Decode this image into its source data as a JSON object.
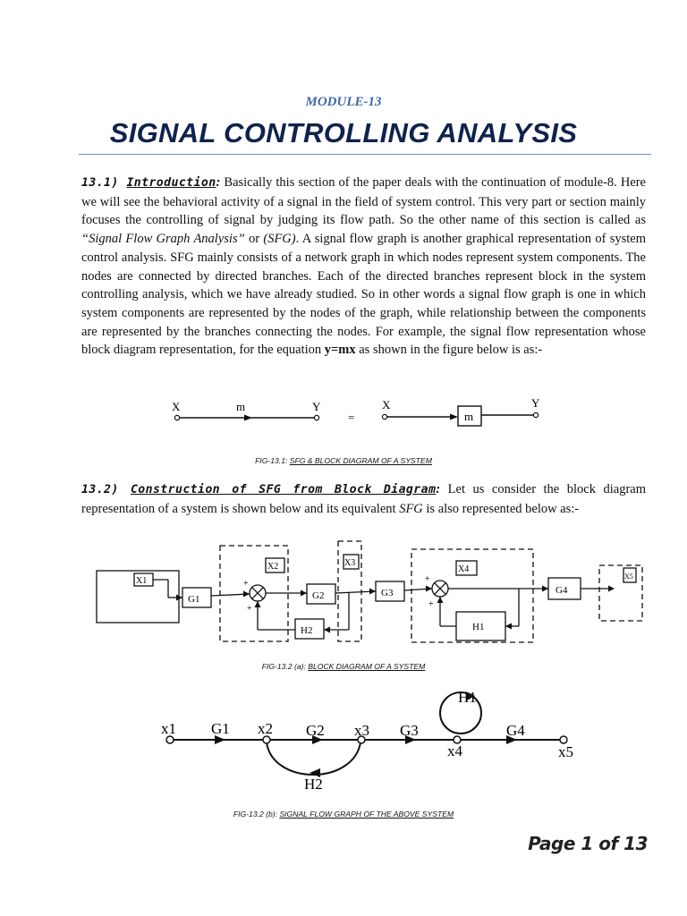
{
  "header": {
    "module": "MODULE-13",
    "title": "SIGNAL CONTROLLING ANALYSIS"
  },
  "section1": {
    "number": "13.1) ",
    "title": "Introduction",
    "colon": ":",
    "text_a": " Basically this section of the paper deals with the continuation of module-8. Here we will see the behavioral activity of a signal in the field of system control. This very part or section mainly focuses the controlling of signal by judging its flow path. So the other name of this section is called as ",
    "quote": "“Signal Flow Graph Analysis”",
    "text_b": " or ",
    "abbr": "(SFG)",
    "text_c": ". A signal flow graph is another graphical representation of system control analysis. SFG mainly consists of a network graph in which nodes represent system components. The nodes are connected by directed branches. Each of the directed branches represent block in the system controlling analysis, which we have already studied. So in other words a signal flow graph is one in which system components are represented by the nodes of the graph, while relationship between the components are represented by the branches connecting the nodes. For example, the signal flow representation whose block diagram representation, for the equation ",
    "equation": "y=mx",
    "text_d": " as shown in the figure below is as:-"
  },
  "fig1": {
    "sfg_x": "X",
    "sfg_gain": "m",
    "sfg_y": "Y",
    "equals": "=",
    "block_x": "X",
    "block_gain": "m",
    "block_y": "Y",
    "caption_prefix": "FIG-13.1: ",
    "caption_text": "SFG & BLOCK DIAGRAM OF A SYSTEM"
  },
  "section2": {
    "number": "13.2) ",
    "title": "Construction of SFG from Block Diagram",
    "colon": ":",
    "text_a": " Let us consider the block diagram representation of a system is shown below and its equivalent ",
    "abbr": "SFG",
    "text_b": " is also represented below as:-"
  },
  "fig2": {
    "x1": "X1",
    "x2": "X2",
    "x3": "X3",
    "x4": "X4",
    "x5": "X5",
    "g1": "G1",
    "g2": "G2",
    "g3": "G3",
    "g4": "G4",
    "h1": "H1",
    "h2": "H2",
    "plus": "+",
    "caption_prefix": "FIG-13.2 (a): ",
    "caption_text": "BLOCK DIAGRAM OF A SYSTEM"
  },
  "fig3": {
    "x1": "x1",
    "x2": "x2",
    "x3": "x3",
    "x4": "x4",
    "x5": "x5",
    "g1": "G1",
    "g2": "G2",
    "g3": "G3",
    "g4": "G4",
    "h1": "H1",
    "h2": "H2",
    "caption_prefix": "FIG-13.2 (b): ",
    "caption_text": "SIGNAL FLOW GRAPH OF THE ABOVE SYSTEM"
  },
  "footer": {
    "page": "Page 1 of 13"
  }
}
